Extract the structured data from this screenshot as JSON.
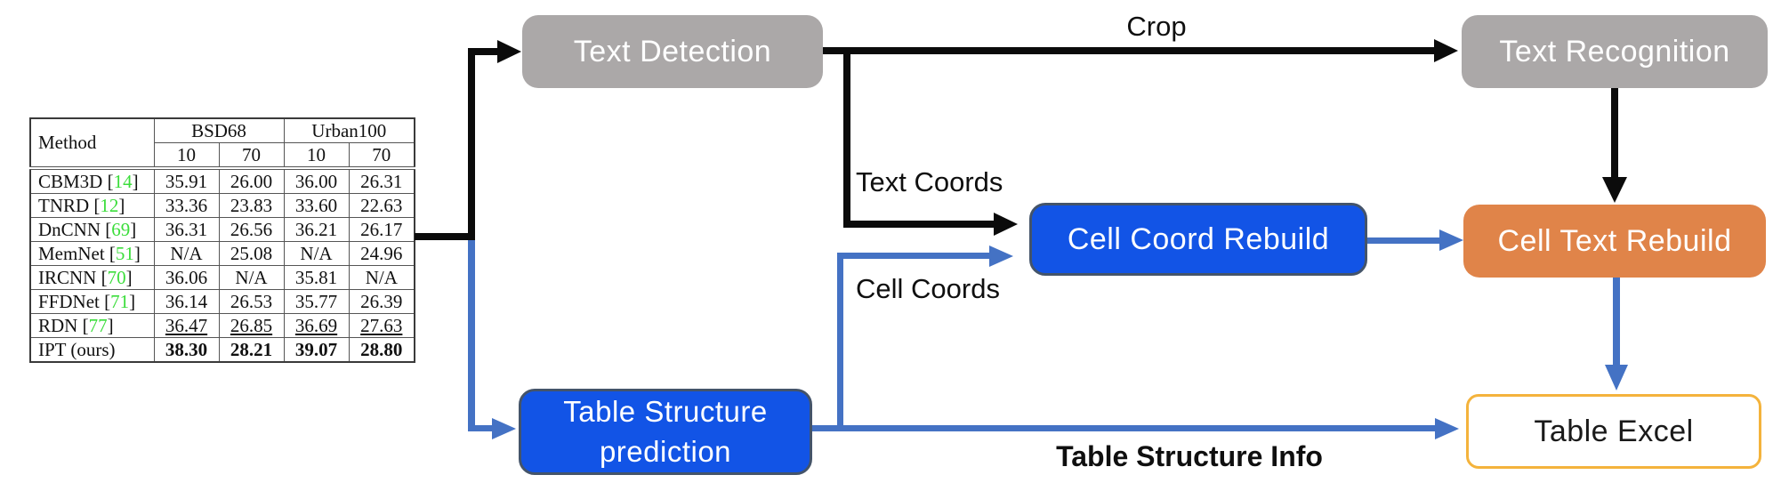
{
  "nodes": {
    "text_detection": "Text Detection",
    "text_recognition": "Text Recognition",
    "cell_coord_rebuild": "Cell Coord Rebuild",
    "cell_text_rebuild": "Cell Text Rebuild",
    "table_structure_prediction_lines": [
      "Table Structure",
      "prediction"
    ],
    "table_excel": "Table Excel"
  },
  "edge_labels": {
    "crop": "Crop",
    "text_coords": "Text Coords",
    "cell_coords": "Cell Coords",
    "table_structure_info": "Table Structure Info"
  },
  "table": {
    "headers": {
      "method": "Method",
      "group1": "BSD68",
      "group2": "Urban100",
      "sub": [
        "10",
        "70",
        "10",
        "70"
      ]
    },
    "rows": [
      {
        "method_pre": "CBM3D [",
        "cite": "14",
        "method_post": "]",
        "values": [
          "35.91",
          "26.00",
          "36.00",
          "26.31"
        ],
        "style": ""
      },
      {
        "method_pre": "TNRD [",
        "cite": "12",
        "method_post": "]",
        "values": [
          "33.36",
          "23.83",
          "33.60",
          "22.63"
        ],
        "style": ""
      },
      {
        "method_pre": "DnCNN [",
        "cite": "69",
        "method_post": "]",
        "values": [
          "36.31",
          "26.56",
          "36.21",
          "26.17"
        ],
        "style": ""
      },
      {
        "method_pre": "MemNet [",
        "cite": "51",
        "method_post": "]",
        "values": [
          "N/A",
          "25.08",
          "N/A",
          "24.96"
        ],
        "style": ""
      },
      {
        "method_pre": "IRCNN [",
        "cite": "70",
        "method_post": "]",
        "values": [
          "36.06",
          "N/A",
          "35.81",
          "N/A"
        ],
        "style": ""
      },
      {
        "method_pre": "FFDNet [",
        "cite": "71",
        "method_post": "]",
        "values": [
          "36.14",
          "26.53",
          "35.77",
          "26.39"
        ],
        "style": ""
      },
      {
        "method_pre": "RDN [",
        "cite": "77",
        "method_post": "]",
        "values": [
          "36.47",
          "26.85",
          "36.69",
          "27.63"
        ],
        "style": "underline"
      },
      {
        "method_pre": "IPT (ours)",
        "cite": "",
        "method_post": "",
        "values": [
          "38.30",
          "28.21",
          "39.07",
          "28.80"
        ],
        "style": "boldvals sep"
      }
    ]
  },
  "colors": {
    "gray_node": "#aba8a8",
    "blue_node": "#1254e6",
    "blue_node_border": "#44546a",
    "orange_node": "#e08449",
    "excel_border": "#f4b33c",
    "arrow_black": "#0b0b0b",
    "arrow_blue": "#4472c4",
    "cite_green": "#3bdd3b"
  }
}
